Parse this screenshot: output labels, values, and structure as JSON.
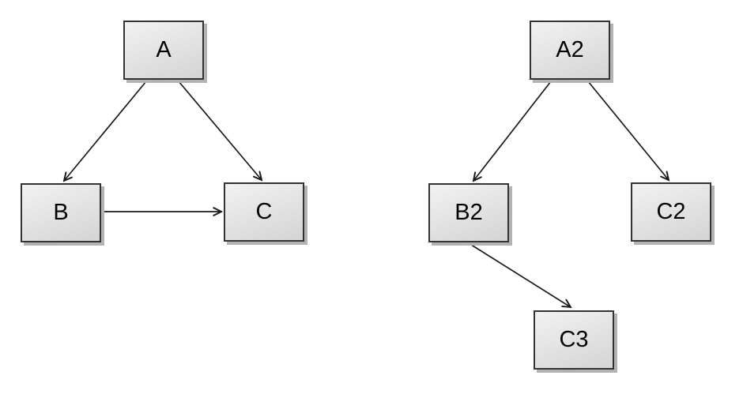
{
  "diagram": {
    "nodes": [
      {
        "id": "A",
        "label": "A"
      },
      {
        "id": "B",
        "label": "B"
      },
      {
        "id": "C",
        "label": "C"
      },
      {
        "id": "A2",
        "label": "A2"
      },
      {
        "id": "B2",
        "label": "B2"
      },
      {
        "id": "C2",
        "label": "C2"
      },
      {
        "id": "C3",
        "label": "C3"
      }
    ],
    "edges": [
      {
        "from": "A",
        "to": "B"
      },
      {
        "from": "A",
        "to": "C"
      },
      {
        "from": "B",
        "to": "C"
      },
      {
        "from": "A2",
        "to": "B2"
      },
      {
        "from": "A2",
        "to": "C2"
      },
      {
        "from": "B2",
        "to": "C3"
      }
    ],
    "colors": {
      "background": "#ffffff",
      "node_fill_top": "#f2f2f2",
      "node_fill_bottom": "#d4d4d4",
      "node_border": "#333333",
      "node_shadow": "#b3b3b3",
      "edge_stroke": "#1a1a1a",
      "label_color": "#000000"
    }
  }
}
